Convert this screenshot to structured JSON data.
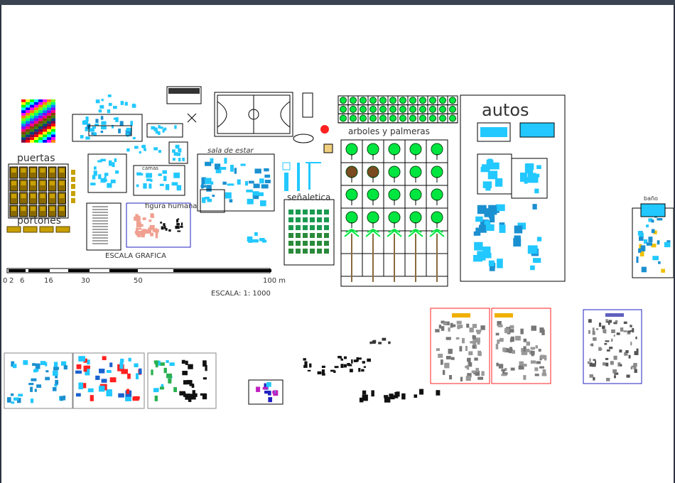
{
  "labels": {
    "puertas": "puertas",
    "portones": "portones",
    "sala_de_estar": "sala de estar",
    "camas": "camas",
    "figura_humana": "figura humana",
    "escala_grafica": "ESCALA GRAFICA",
    "senaletica": "señaletica",
    "arboles": "arboles y palmeras",
    "autos": "autos",
    "bano": "baño",
    "escala": "ESCALA:  1: 1000"
  },
  "scale_ticks": [
    "0",
    "2",
    "6",
    "16",
    "30",
    "50",
    "100 m"
  ],
  "colors": {
    "cyan": "#22c8ff",
    "green": "#00e640",
    "red": "#ff2020",
    "blue": "#2020c0",
    "door_brown": "#8a6a00",
    "door_yellow": "#c8a000",
    "salmon": "#f0a090",
    "gray": "#777777"
  }
}
